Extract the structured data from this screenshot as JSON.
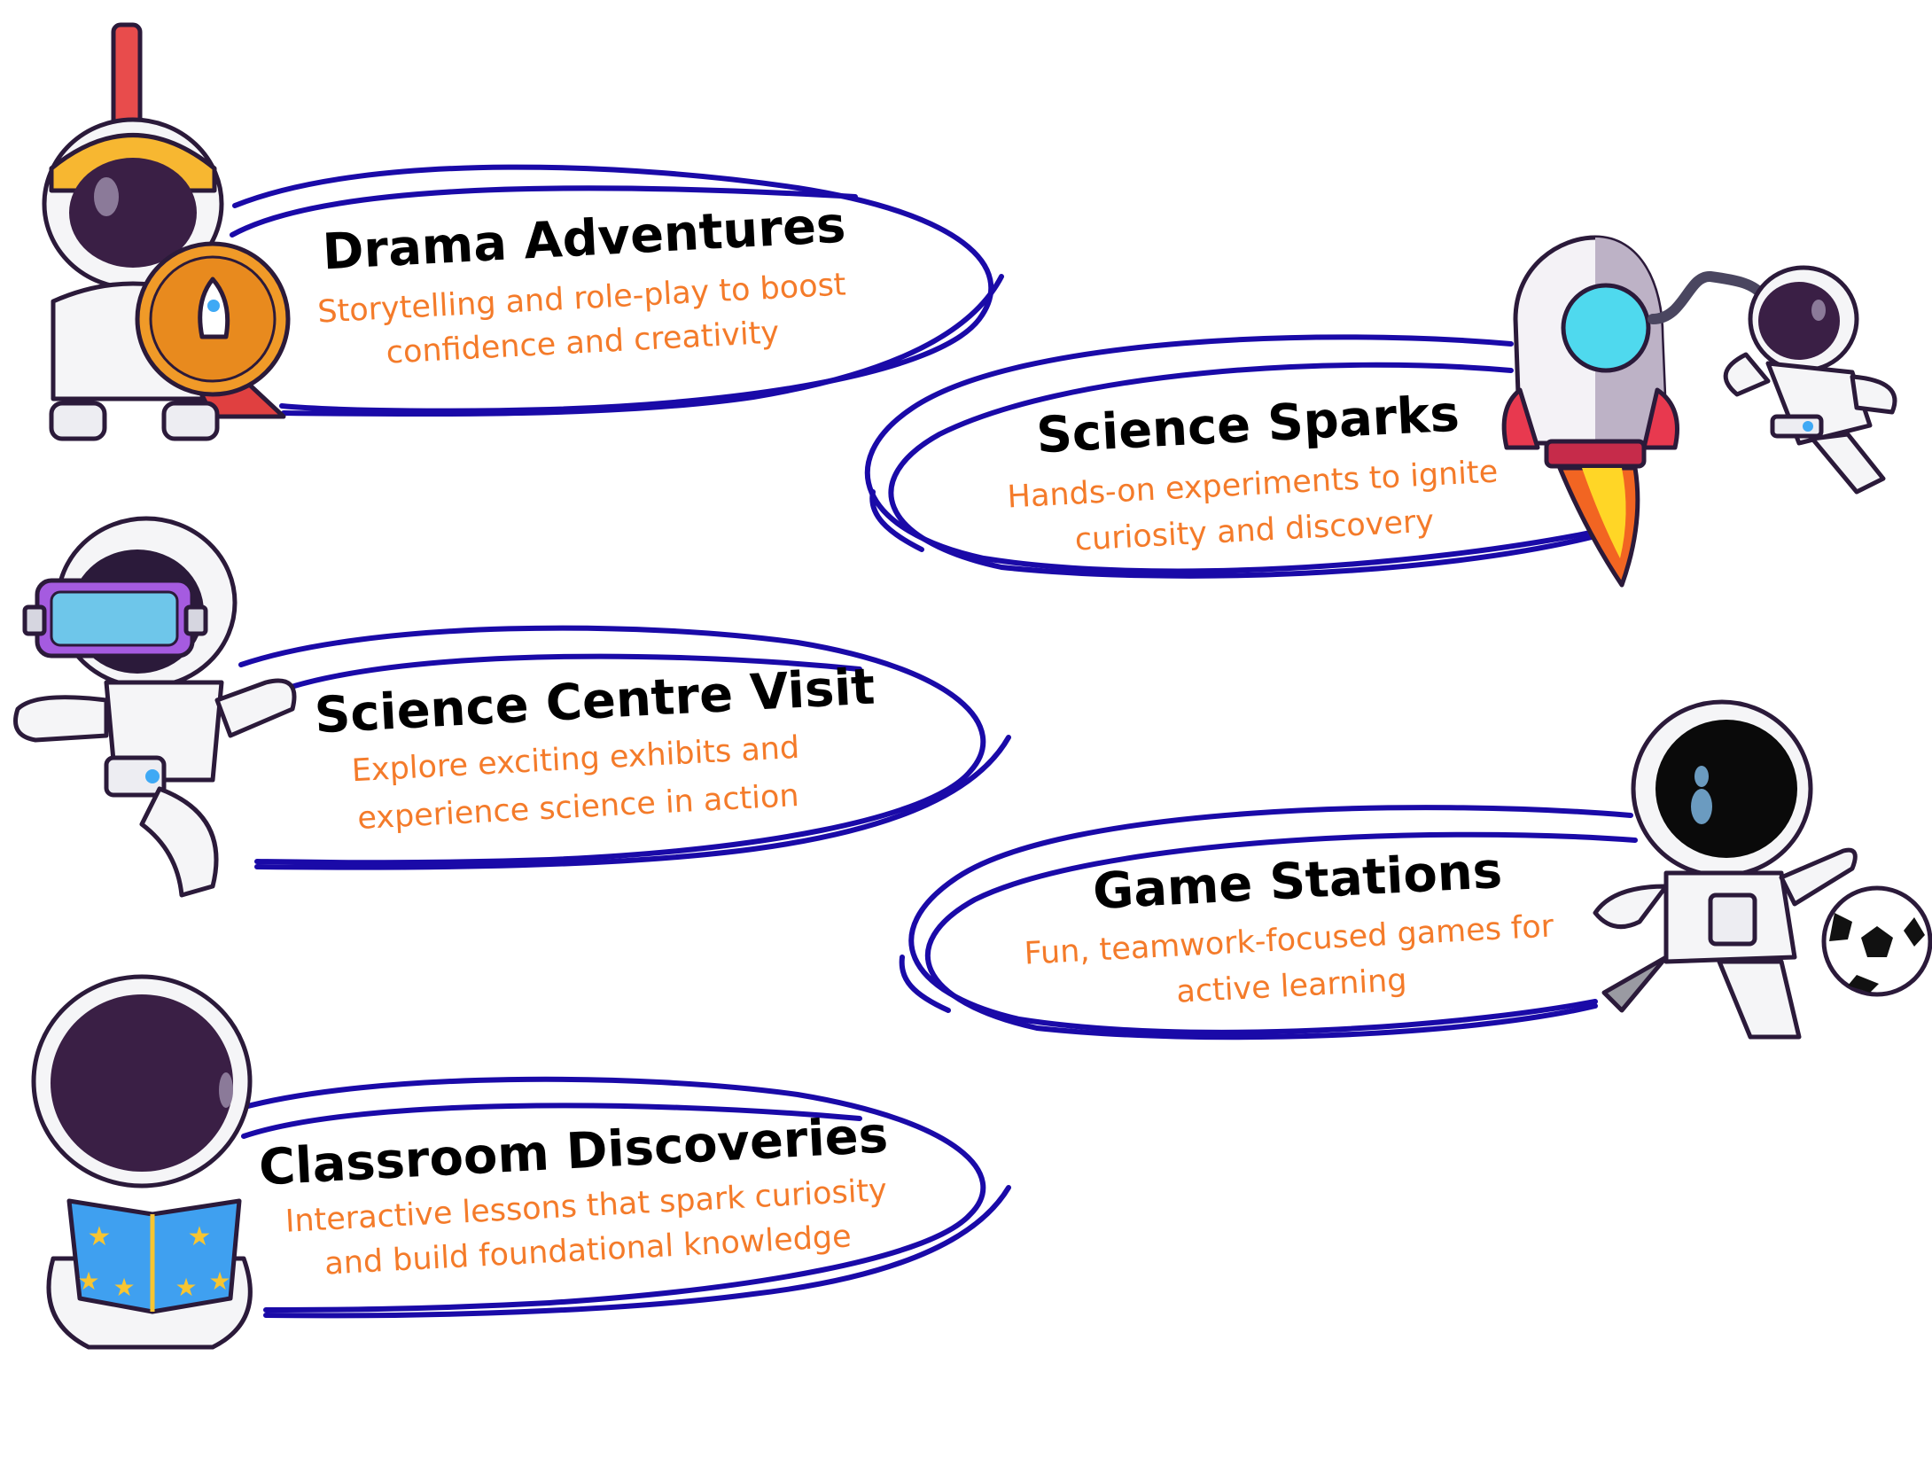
{
  "colors": {
    "ring": "#1A0AA8",
    "title": "#000000",
    "subtitle": "#F47B2A",
    "background": "#FFFFFF"
  },
  "cards": [
    {
      "title": "Drama Adventures",
      "subtitle_lines": [
        "Storytelling and role-play to boost",
        "confidence and creativity"
      ],
      "illustration": "roman-helmet-astronaut-with-rocket-shield-icon"
    },
    {
      "title": "Science Sparks",
      "subtitle_lines": [
        "Hands-on experiments to ignite",
        "curiosity and discovery"
      ],
      "illustration": "rocket-and-floating-astronaut-icon"
    },
    {
      "title": "Science Centre Visit",
      "subtitle_lines": [
        "Explore exciting exhibits and",
        "experience science in action"
      ],
      "illustration": "vr-goggles-astronaut-icon"
    },
    {
      "title": "Game Stations",
      "subtitle_lines": [
        "Fun, teamwork-focused games for",
        "active learning"
      ],
      "illustration": "soccer-astronaut-icon"
    },
    {
      "title": "Classroom Discoveries",
      "subtitle_lines": [
        "Interactive lessons that spark curiosity",
        "and build foundational knowledge"
      ],
      "illustration": "reading-astronaut-icon"
    }
  ]
}
